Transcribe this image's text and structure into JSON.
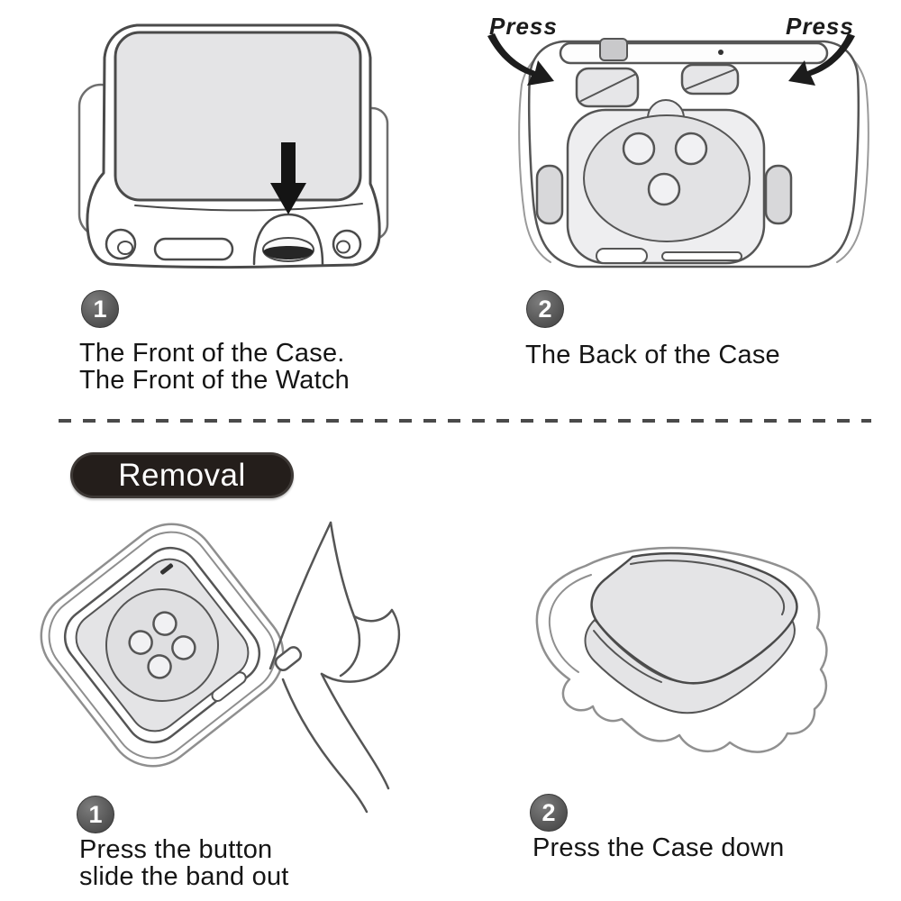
{
  "colors": {
    "background": "#ffffff",
    "line_dark": "#4a4a4a",
    "case_line_light": "#8f8f8f",
    "fill_light_gray": "#e4e4e6",
    "badge_gray": "#5d5d5d",
    "removal_badge_bg": "#241e1b",
    "removal_badge_text": "#ffffff",
    "arrow_black": "#141414",
    "text": "#151515"
  },
  "install": {
    "step1": {
      "number": "1",
      "line1": "The Front of the Case.",
      "line2": "The Front of the Watch",
      "illustration": "watch-case-front-view-with-down-arrow"
    },
    "step2": {
      "number": "2",
      "line1": "The Back of the Case",
      "press_left": "Press",
      "press_right": "Press",
      "illustration": "watch-case-back-view-with-press-arrows"
    }
  },
  "divider": {
    "style": "dashed-line"
  },
  "removal": {
    "title": "Removal",
    "step1": {
      "number": "1",
      "line1": "Press the button",
      "line2": "slide the band out",
      "illustration": "tilted-watch-back-with-band-sliding-out"
    },
    "step2": {
      "number": "2",
      "line1": "Press the Case down",
      "illustration": "watch-pressed-down-into-case-perspective"
    }
  }
}
